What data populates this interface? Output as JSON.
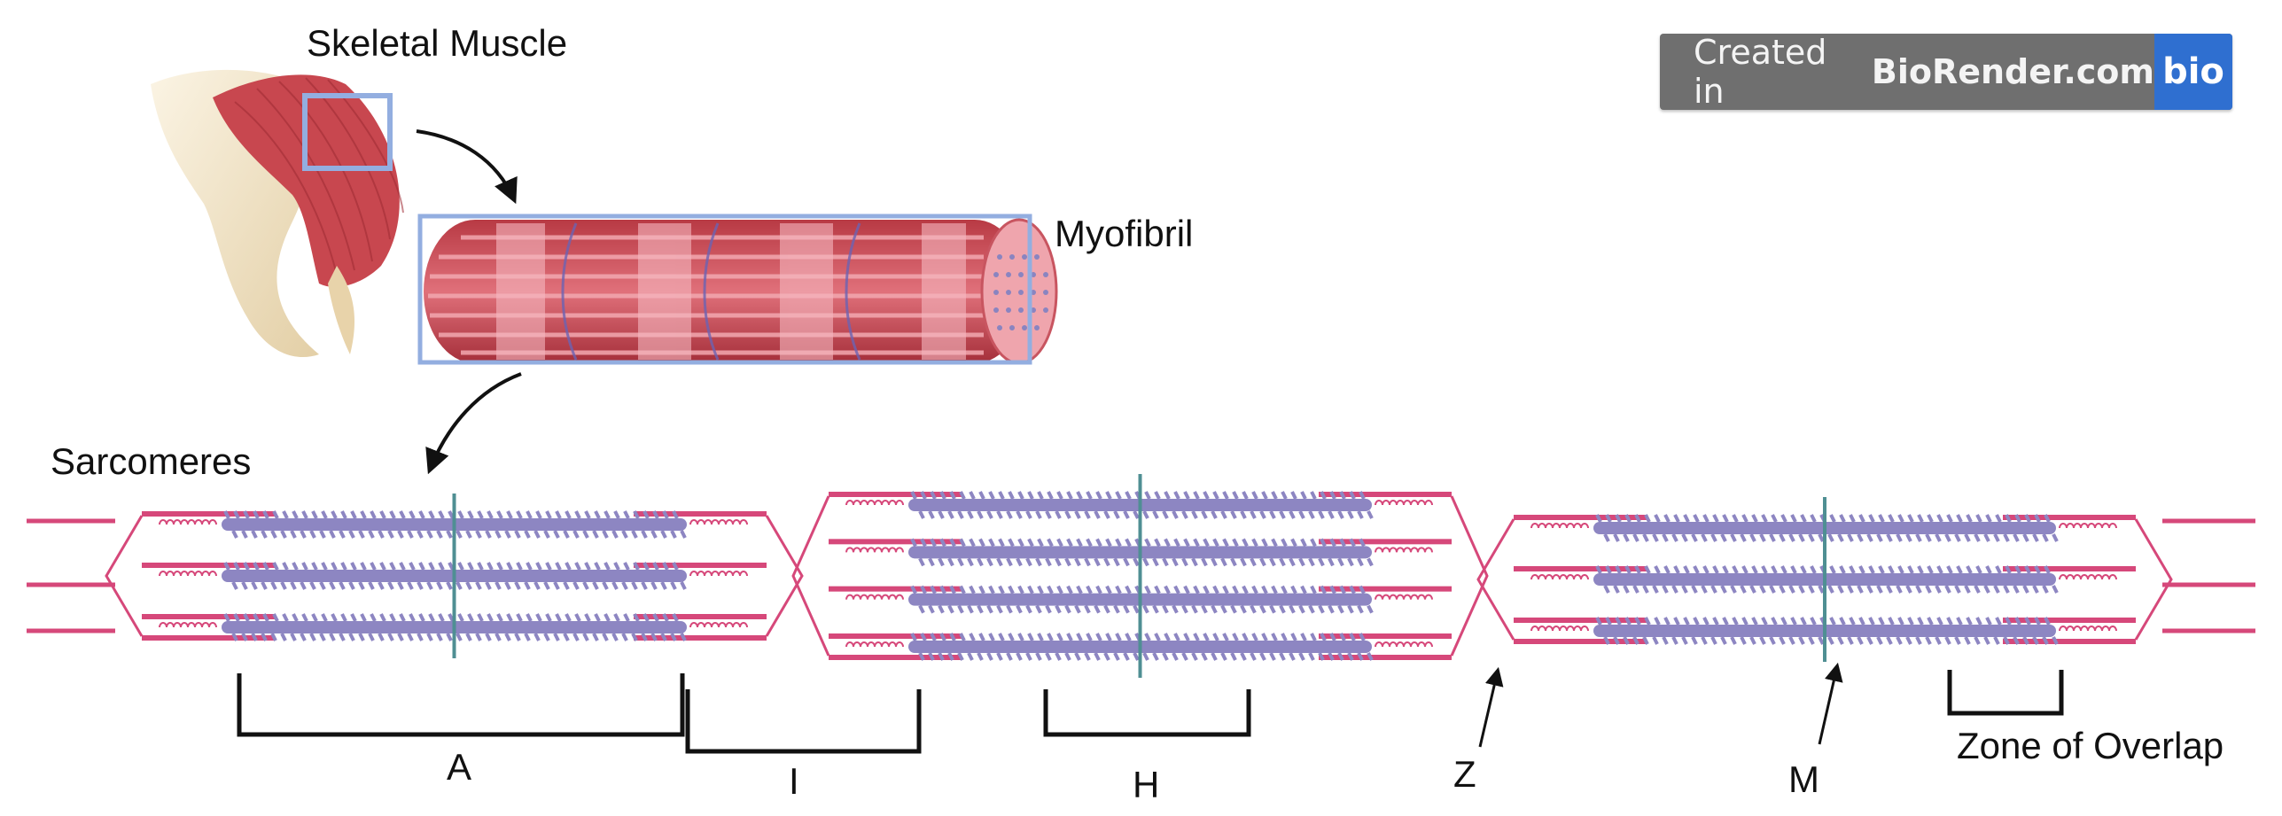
{
  "labels": {
    "skeletal_muscle": "Skeletal Muscle",
    "myofibril": "Myofibril",
    "sarcomeres": "Sarcomeres",
    "band_a": "A",
    "band_i": "I",
    "band_h": "H",
    "line_z": "Z",
    "line_m": "M",
    "zone_overlap": "Zone of Overlap"
  },
  "badge": {
    "prefix": "Created in",
    "brand": "BioRender.com",
    "logo_text": "bio"
  },
  "colors": {
    "muscle": "#c8474f",
    "tendon": "#ead9b6",
    "thin_filament": "#d6487a",
    "thick_filament": "#8d86c2",
    "m_line": "#4f8f93",
    "select_box": "#93aee0",
    "badge_bg": "#6f6f6f",
    "badge_logo": "#2f6fd0"
  },
  "icons": [
    "shoulder-muscle-illustration",
    "myofibril-cylinder",
    "curved-arrow-icon",
    "sarcomere-diagram"
  ]
}
